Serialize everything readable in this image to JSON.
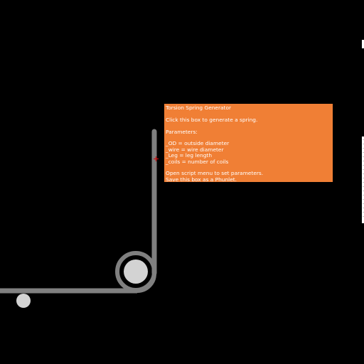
{
  "colors": {
    "background": "#000000",
    "info_box_bg": "#f07f35",
    "info_box_text": "#ffffff",
    "spring_stroke": "#808080",
    "spring_fill": "#d3d3d3",
    "cursor": "#d01010"
  },
  "icons": {
    "cursor": "crosshair-icon",
    "spring": "torsion-spring-icon"
  },
  "info_box": {
    "lines": [
      "Torsion Spring Generator",
      "",
      "Click this box to generate a spring.",
      "",
      "Parameters:",
      "",
      "_OD = outside diameter",
      "_wire = wire diameter",
      "_Leg = leg length",
      "_coils = number of coils",
      "",
      "Open script menu to set parameters.",
      "Save this box as a Phunlet."
    ]
  }
}
